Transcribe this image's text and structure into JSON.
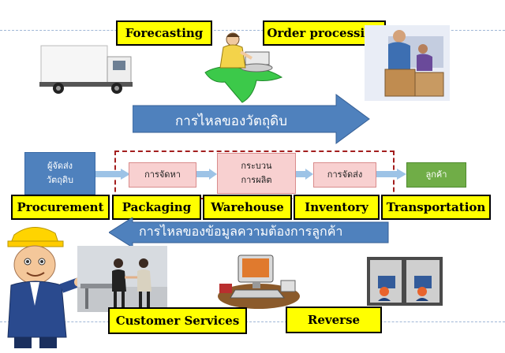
{
  "top_labels": {
    "forecasting": "Forecasting",
    "order_processing": "Order processing"
  },
  "material_flow": "การไหลของวัตถุดิบ",
  "info_flow": "การไหลของข้อมูลความต้องการลูกค้า",
  "flow_boxes": {
    "supplier": [
      "ผู้จัดส่ง",
      "วัตถุดิบ"
    ],
    "procurement": "การจัดหา",
    "production": [
      "กระบวน",
      "การผลิต"
    ],
    "distribution": "การจัดส่ง",
    "customer": "ลูกค้า"
  },
  "activity_labels": [
    "Procurement",
    "Packaging",
    "Warehouse",
    "Inventory",
    "Transportation"
  ],
  "bottom_labels": {
    "customer_services": "Customer  Services",
    "reverse": "Reverse"
  },
  "colors": {
    "arrow_blue": "#4f81bd",
    "label_yellow": "#ffff00",
    "box_pink": "#f8d0d0",
    "box_green": "#70ad47",
    "dashed_red": "#a31f1f"
  },
  "icons": [
    "truck-icon",
    "forecasting-worker-icon",
    "order-processing-workers-icon",
    "engineer-mascot-icon",
    "customer-service-people-icon",
    "computer-workstation-icon",
    "call-center-icon"
  ]
}
